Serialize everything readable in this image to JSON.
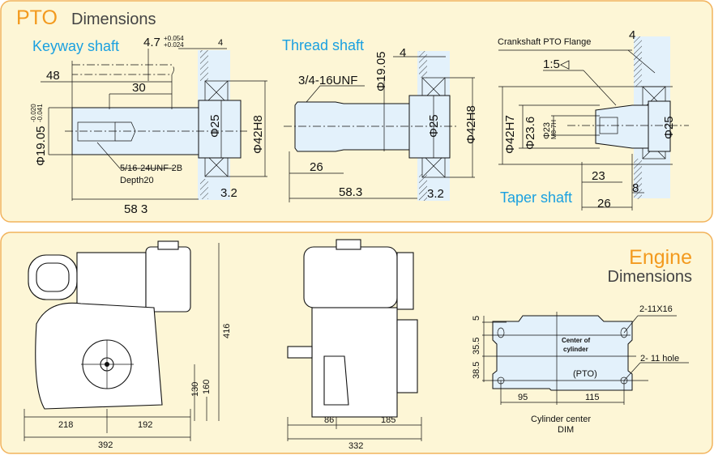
{
  "colors": {
    "panel_bg": "#fdf6d6",
    "panel_border": "#f2b35c",
    "accent_orange": "#f39a1e",
    "label_blue": "#1aa0e0",
    "part_fill": "#e3f1fb"
  },
  "pto": {
    "title_accent": "PTO",
    "title_rest": "Dimensions",
    "keyway": {
      "label": "Keyway shaft",
      "dim_key": "4.7",
      "tol_upper": "+0.054",
      "tol_lower": "+0.024",
      "dim_flange": "4",
      "dim_48": "48",
      "dim_30": "30",
      "dim_dia": "Φ19.05",
      "dia_tol_upper": "-0.020",
      "dia_tol_lower": "-0.041",
      "dim_d25": "Φ25",
      "dim_d42": "Φ42H8",
      "thread_note": "5/16-24UNF-2B",
      "depth_note": "Depth20",
      "dim_583": "58 3",
      "dim_32": "3.2"
    },
    "thread": {
      "label": "Thread shaft",
      "thread_note": "3/4-16UNF",
      "dim_dia": "Φ19.05",
      "dim_flange": "4",
      "dim_d25": "Φ25",
      "dim_d42": "Φ42H8",
      "dim_26": "26",
      "dim_583": "58.3",
      "dim_32": "3.2"
    },
    "taper": {
      "label": "Taper shaft",
      "flange_note": "Crankshaft PTO Flange",
      "dim_flange": "4",
      "taper_note": "1:5◁",
      "dim_d42": "Φ42H7",
      "dim_d236": "Φ23.6",
      "dim_d23": "Φ23",
      "thread_note": "M8-7H",
      "dim_d25": "Φ25",
      "dim_23": "23",
      "dim_8": "8",
      "dim_26": "26"
    }
  },
  "engine": {
    "title_accent": "Engine",
    "title_rest": "Dimensions",
    "front": {
      "dim_416": "416",
      "dim_160": "160",
      "dim_130": "130",
      "dim_218": "218",
      "dim_192": "192",
      "dim_392": "392"
    },
    "side": {
      "dim_86": "86",
      "dim_185": "185",
      "dim_332": "332"
    },
    "base": {
      "hole_slot": "2-11X16",
      "hole_round": "2-  11 hole",
      "center_note_1": "Center of",
      "center_note_2": "cylinder",
      "pto_note": "(PTO)",
      "dim_5": "5",
      "dim_355": "35.5",
      "dim_385": "38.5",
      "dim_95": "95",
      "dim_115": "115",
      "caption_1": "Cylinder center",
      "caption_2": "DIM"
    }
  }
}
